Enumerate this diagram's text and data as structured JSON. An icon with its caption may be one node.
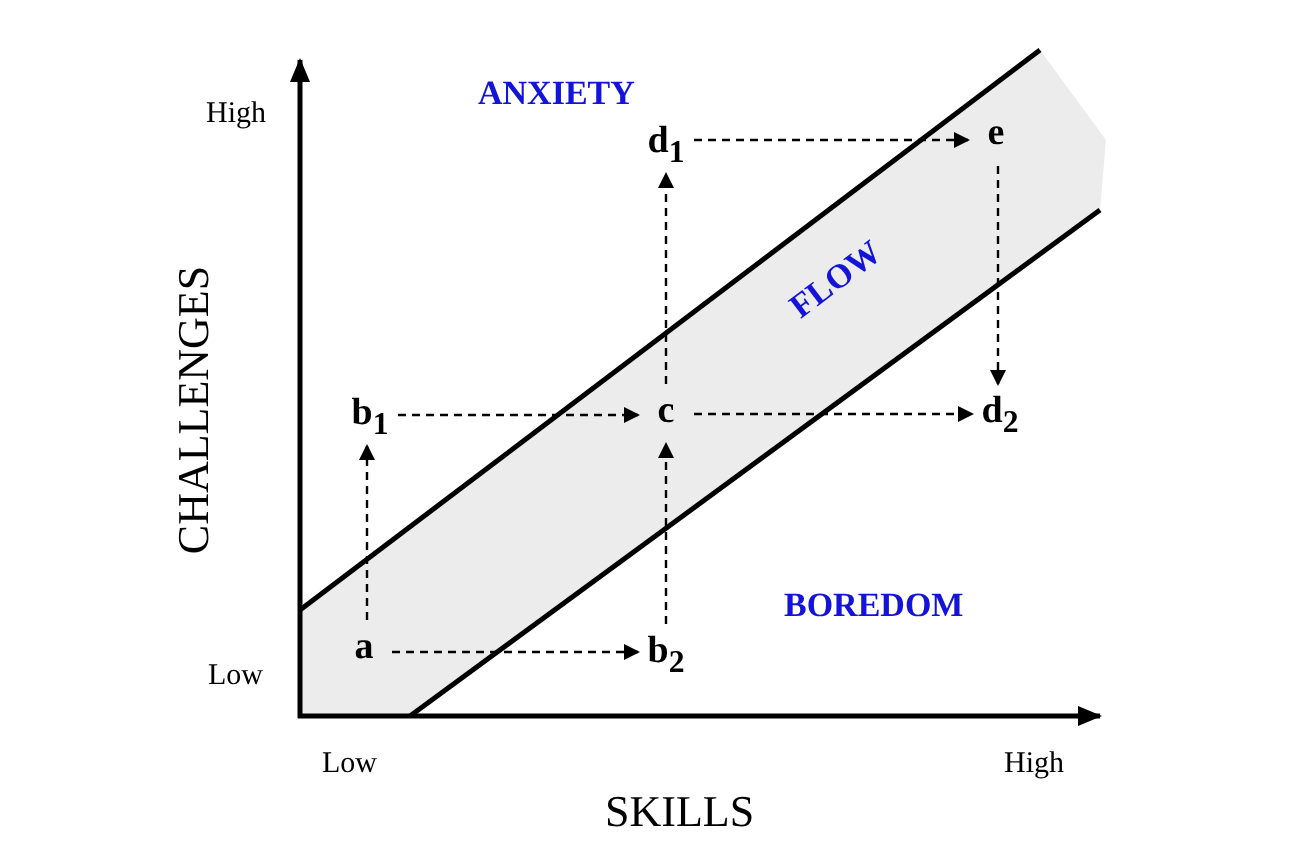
{
  "diagram": {
    "nodes": [
      {
        "text": [
          "d$_{1}$"
        ]
      },
      {
        "text": [
          "e"
        ]
      },
      {
        "text": [
          "b$_{1}$"
        ]
      },
      {
        "text": [
          "c"
        ]
      },
      {
        "text": [
          "d$_{2}$"
        ]
      },
      {
        "text": [
          "a"
        ]
      },
      {
        "text": [
          "b$_{2}$"
        ]
      }
    ],
    "edges": [
      {
        "from": 5,
        "to": 2,
        "arrow": "to",
        "style": "dashed"
      },
      {
        "from": 5,
        "to": 6,
        "arrow": "to",
        "style": "dashed"
      },
      {
        "from": 2,
        "to": 3,
        "arrow": "to",
        "style": "dashed"
      },
      {
        "from": 6,
        "to": 3,
        "arrow": "to",
        "style": "dashed"
      },
      {
        "from": 3,
        "to": 0,
        "arrow": "to",
        "style": "dashed"
      },
      {
        "from": 3,
        "to": 4,
        "arrow": "to",
        "style": "dashed"
      },
      {
        "from": 0,
        "to": 1,
        "arrow": "to",
        "style": "dashed"
      },
      {
        "from": 1,
        "to": 4,
        "arrow": "to",
        "style": "dashed"
      }
    ],
    "labels": [
      "High",
      "ANXIETY",
      "FLOW",
      "CHALLENGES",
      "BOREDOM",
      "Low",
      "Low",
      "High",
      "SKILLS"
    ]
  }
}
